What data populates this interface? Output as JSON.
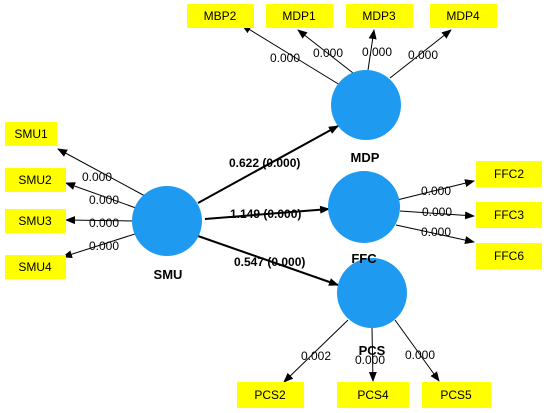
{
  "colors": {
    "latent_fill": "#1e9bf0",
    "indicator_fill": "#ffff00",
    "line": "#000000"
  },
  "latent": {
    "SMU": {
      "label": "SMU"
    },
    "MDP": {
      "label": "MDP"
    },
    "FFC": {
      "label": "FFC"
    },
    "PCS": {
      "label": "PCS"
    }
  },
  "paths": [
    {
      "from": "SMU",
      "to": "MDP",
      "label": "0.622 (0.000)"
    },
    {
      "from": "SMU",
      "to": "FFC",
      "label": "1.149 (0.000)"
    },
    {
      "from": "SMU",
      "to": "PCS",
      "label": "0.547 (0.000)"
    }
  ],
  "indicators": [
    {
      "label": "SMU1",
      "latent": "SMU",
      "value": "0.000"
    },
    {
      "label": "SMU2",
      "latent": "SMU",
      "value": "0.000"
    },
    {
      "label": "SMU3",
      "latent": "SMU",
      "value": "0.000"
    },
    {
      "label": "SMU4",
      "latent": "SMU",
      "value": "0.000"
    },
    {
      "label": "MBP2",
      "latent": "MDP",
      "value": "0.000"
    },
    {
      "label": "MDP1",
      "latent": "MDP",
      "value": "0.000"
    },
    {
      "label": "MDP3",
      "latent": "MDP",
      "value": "0.000"
    },
    {
      "label": "MDP4",
      "latent": "MDP",
      "value": "0.000"
    },
    {
      "label": "FFC2",
      "latent": "FFC",
      "value": "0.000"
    },
    {
      "label": "FFC3",
      "latent": "FFC",
      "value": "0.000"
    },
    {
      "label": "FFC6",
      "latent": "FFC",
      "value": "0.000"
    },
    {
      "label": "PCS2",
      "latent": "PCS",
      "value": "0.002"
    },
    {
      "label": "PCS4",
      "latent": "PCS",
      "value": "0.000"
    },
    {
      "label": "PCS5",
      "latent": "PCS",
      "value": "0.000"
    }
  ]
}
